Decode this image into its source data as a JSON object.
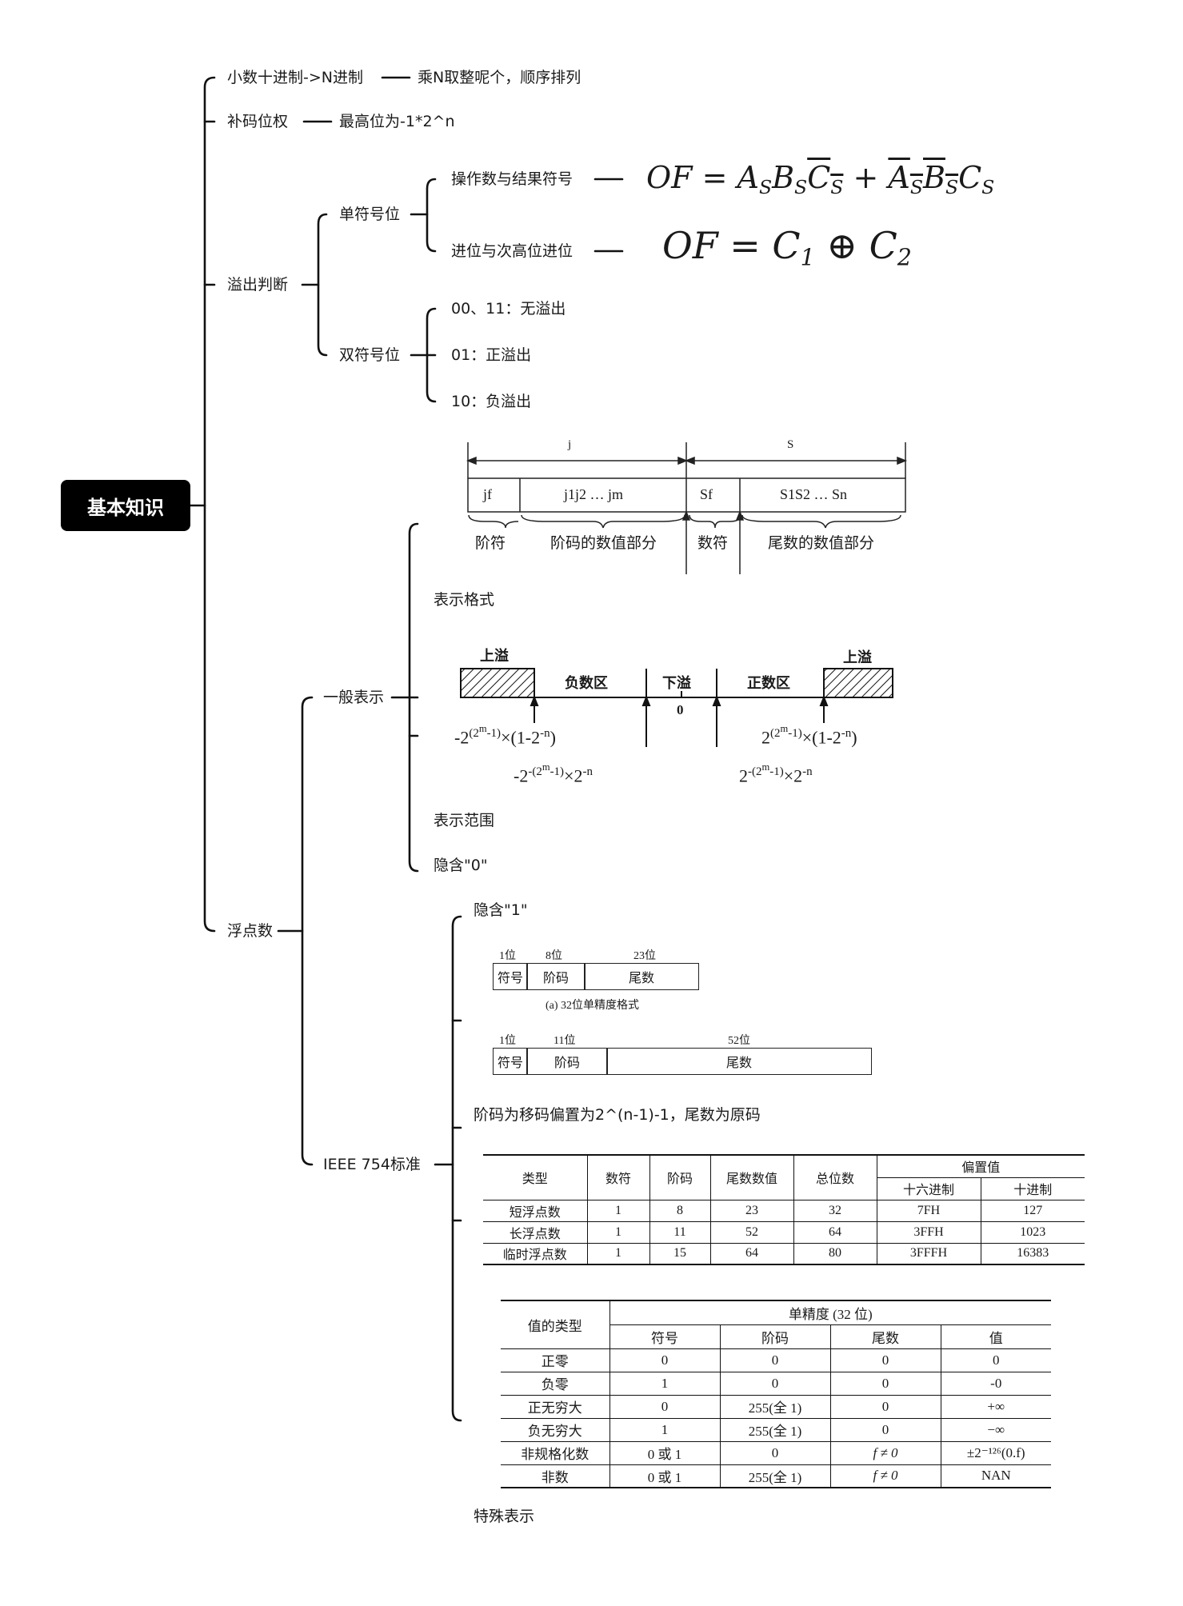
{
  "root": {
    "label": "基本知识"
  },
  "branches": {
    "decimal_conv": {
      "label": "小数十进制->N进制",
      "child": "乘N取整呢个，顺序排列"
    },
    "complement_weight": {
      "label": "补码位权",
      "child": "最高位为-1*2^n"
    },
    "overflow": {
      "label": "溢出判断",
      "single": {
        "label": "单符号位",
        "op_sign": "操作数与结果符号",
        "carry": "进位与次高位进位"
      },
      "double": {
        "label": "双符号位",
        "items": [
          "00、11：无溢出",
          "01：正溢出",
          "10：负溢出"
        ]
      }
    },
    "float": {
      "label": "浮点数",
      "general": {
        "label": "一般表示",
        "format_caption": "表示格式",
        "range_caption": "表示范围",
        "hidden_zero": "隐含\"0\"",
        "format_fig": {
          "top_j": "j",
          "top_s": "S",
          "cells": [
            "jf",
            "j1j2 … jm",
            "Sf",
            "S1S2 … Sn"
          ],
          "bottom": [
            "阶符",
            "阶码的数值部分",
            "数符",
            "尾数的数值部分"
          ]
        },
        "range_fig": {
          "overflow": "上溢",
          "negative": "负数区",
          "underflow": "下溢",
          "zero": "0",
          "positive": "正数区"
        }
      },
      "ieee": {
        "label": "IEEE 754标准",
        "hidden_one": "隐含\"1\"",
        "fmt32": {
          "bits": [
            "1位",
            "8位",
            "23位"
          ],
          "fields": [
            "符号",
            "阶码",
            "尾数"
          ],
          "caption": "(a) 32位单精度格式"
        },
        "fmt64": {
          "bits": [
            "1位",
            "11位",
            "52位"
          ],
          "fields": [
            "符号",
            "阶码",
            "尾数"
          ]
        },
        "bias_note": "阶码为移码偏置为2^(n-1)-1，尾数为原码",
        "special_caption": "特殊表示",
        "types_table": {
          "headers": [
            "类型",
            "数符",
            "阶码",
            "尾数数值",
            "总位数",
            "偏置值",
            "十六进制",
            "十进制"
          ],
          "rows": [
            [
              "短浮点数",
              "1",
              "8",
              "23",
              "32",
              "7FH",
              "127"
            ],
            [
              "长浮点数",
              "1",
              "11",
              "52",
              "64",
              "3FFH",
              "1023"
            ],
            [
              "临时浮点数",
              "1",
              "15",
              "64",
              "80",
              "3FFFH",
              "16383"
            ]
          ]
        },
        "special_table": {
          "headers": [
            "值的类型",
            "单精度 (32 位)",
            "符号",
            "阶码",
            "尾数",
            "值"
          ],
          "rows": [
            [
              "正零",
              "0",
              "0",
              "0",
              "0"
            ],
            [
              "负零",
              "1",
              "0",
              "0",
              "-0"
            ],
            [
              "正无穷大",
              "0",
              "255(全 1)",
              "0",
              "+∞"
            ],
            [
              "负无穷大",
              "1",
              "255(全 1)",
              "0",
              "−∞"
            ],
            [
              "非规格化数",
              "0 或 1",
              "0",
              "f ≠ 0",
              "±2⁻¹²⁶(0.f)"
            ],
            [
              "非数",
              "0 或 1",
              "255(全 1)",
              "f ≠ 0",
              "NAN"
            ]
          ]
        }
      }
    }
  }
}
